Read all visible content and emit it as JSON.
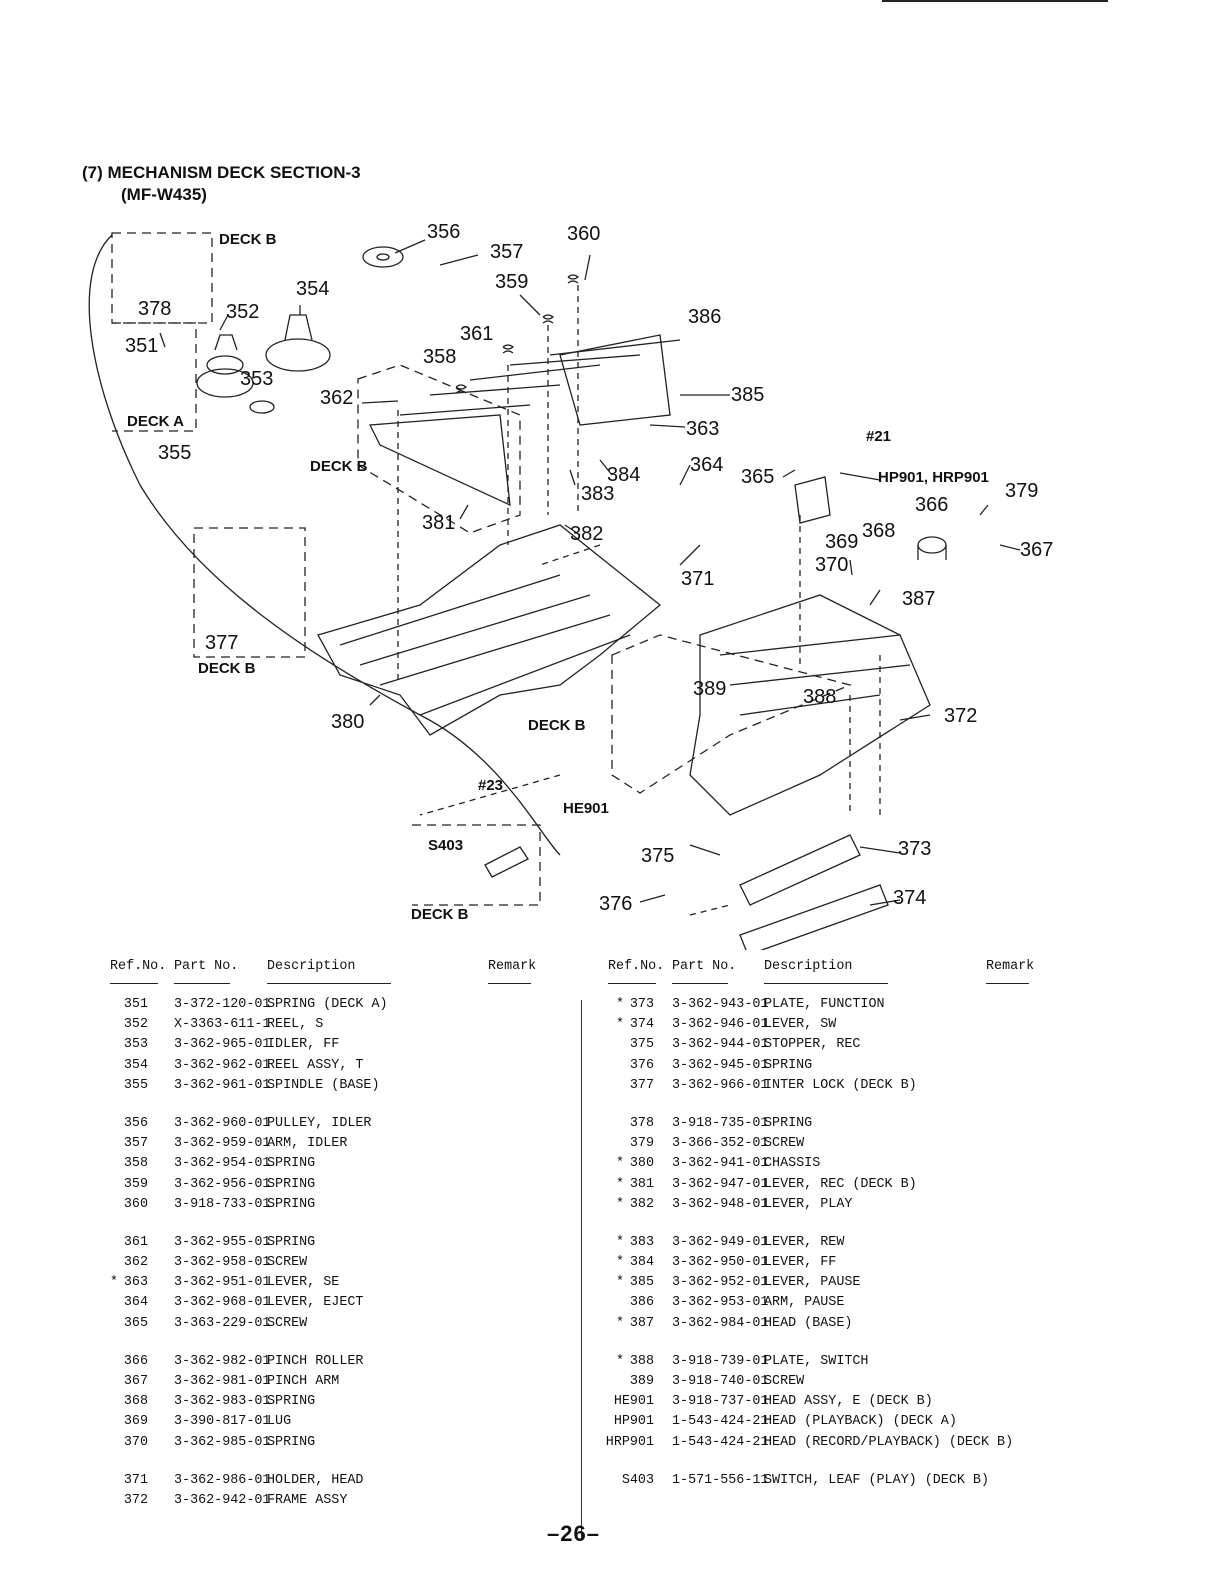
{
  "header": {
    "title": "(7)  MECHANISM DECK SECTION-3",
    "subtitle": "(MF-W435)"
  },
  "diagram": {
    "labels": {
      "l356": "356",
      "l357": "357",
      "l360": "360",
      "l359": "359",
      "l354": "354",
      "l352": "352",
      "l378": "378",
      "l351": "351",
      "l353": "353",
      "l386": "386",
      "l361": "361",
      "l358": "358",
      "l362": "362",
      "l385": "385",
      "l363": "363",
      "l355": "355",
      "l384": "384",
      "l364": "364",
      "l383": "383",
      "l365": "365",
      "l381": "381",
      "l382": "382",
      "l366": "366",
      "l379": "379",
      "l369": "369",
      "l368": "368",
      "l367": "367",
      "l370": "370",
      "l371": "371",
      "l387": "387",
      "l377": "377",
      "l389": "389",
      "l388": "388",
      "l372": "372",
      "l380": "380",
      "l375": "375",
      "l373": "373",
      "l376": "376",
      "l374": "374"
    },
    "small_labels": {
      "deck_b_1": "DECK B",
      "deck_a": "DECK A",
      "deck_b_2": "DECK B",
      "deck_b_3": "DECK B",
      "deck_b_4": "DECK B",
      "deck_b_5": "DECK B",
      "hp901": "HP901, HRP901",
      "s21": "#21",
      "s23": "#23",
      "he901": "HE901",
      "s403": "S403"
    }
  },
  "table": {
    "headers": {
      "ref": "Ref.No.",
      "part": "Part No.",
      "desc": "Description",
      "remark": "Remark"
    },
    "left": [
      [
        {
          "mark": "",
          "ref": "351",
          "part": "3-372-120-01",
          "desc": "SPRING (DECK A)"
        },
        {
          "mark": "",
          "ref": "352",
          "part": "X-3363-611-1",
          "desc": "REEL, S"
        },
        {
          "mark": "",
          "ref": "353",
          "part": "3-362-965-01",
          "desc": "IDLER, FF"
        },
        {
          "mark": "",
          "ref": "354",
          "part": "3-362-962-01",
          "desc": "REEL ASSY, T"
        },
        {
          "mark": "",
          "ref": "355",
          "part": "3-362-961-01",
          "desc": "SPINDLE (BASE)"
        }
      ],
      [
        {
          "mark": "",
          "ref": "356",
          "part": "3-362-960-01",
          "desc": "PULLEY, IDLER"
        },
        {
          "mark": "",
          "ref": "357",
          "part": "3-362-959-01",
          "desc": "ARM, IDLER"
        },
        {
          "mark": "",
          "ref": "358",
          "part": "3-362-954-01",
          "desc": "SPRING"
        },
        {
          "mark": "",
          "ref": "359",
          "part": "3-362-956-01",
          "desc": "SPRING"
        },
        {
          "mark": "",
          "ref": "360",
          "part": "3-918-733-01",
          "desc": "SPRING"
        }
      ],
      [
        {
          "mark": "",
          "ref": "361",
          "part": "3-362-955-01",
          "desc": "SPRING"
        },
        {
          "mark": "",
          "ref": "362",
          "part": "3-362-958-01",
          "desc": "SCREW"
        },
        {
          "mark": "*",
          "ref": "363",
          "part": "3-362-951-01",
          "desc": "LEVER, SE"
        },
        {
          "mark": "",
          "ref": "364",
          "part": "3-362-968-01",
          "desc": "LEVER, EJECT"
        },
        {
          "mark": "",
          "ref": "365",
          "part": "3-363-229-01",
          "desc": "SCREW"
        }
      ],
      [
        {
          "mark": "",
          "ref": "366",
          "part": "3-362-982-01",
          "desc": "PINCH ROLLER"
        },
        {
          "mark": "",
          "ref": "367",
          "part": "3-362-981-01",
          "desc": "PINCH ARM"
        },
        {
          "mark": "",
          "ref": "368",
          "part": "3-362-983-01",
          "desc": "SPRING"
        },
        {
          "mark": "",
          "ref": "369",
          "part": "3-390-817-01",
          "desc": "LUG"
        },
        {
          "mark": "",
          "ref": "370",
          "part": "3-362-985-01",
          "desc": "SPRING"
        }
      ],
      [
        {
          "mark": "",
          "ref": "371",
          "part": "3-362-986-01",
          "desc": "HOLDER, HEAD"
        },
        {
          "mark": "",
          "ref": "372",
          "part": "3-362-942-01",
          "desc": "FRAME ASSY"
        }
      ]
    ],
    "right": [
      [
        {
          "mark": "*",
          "ref": "373",
          "part": "3-362-943-01",
          "desc": "PLATE, FUNCTION"
        },
        {
          "mark": "*",
          "ref": "374",
          "part": "3-362-946-01",
          "desc": "LEVER, SW"
        },
        {
          "mark": "",
          "ref": "375",
          "part": "3-362-944-01",
          "desc": "STOPPER, REC"
        },
        {
          "mark": "",
          "ref": "376",
          "part": "3-362-945-01",
          "desc": "SPRING"
        },
        {
          "mark": "",
          "ref": "377",
          "part": "3-362-966-01",
          "desc": "INTER LOCK (DECK B)"
        }
      ],
      [
        {
          "mark": "",
          "ref": "378",
          "part": "3-918-735-01",
          "desc": "SPRING"
        },
        {
          "mark": "",
          "ref": "379",
          "part": "3-366-352-01",
          "desc": "SCREW"
        },
        {
          "mark": "*",
          "ref": "380",
          "part": "3-362-941-01",
          "desc": "CHASSIS"
        },
        {
          "mark": "*",
          "ref": "381",
          "part": "3-362-947-01",
          "desc": "LEVER, REC (DECK B)"
        },
        {
          "mark": "*",
          "ref": "382",
          "part": "3-362-948-01",
          "desc": "LEVER, PLAY"
        }
      ],
      [
        {
          "mark": "*",
          "ref": "383",
          "part": "3-362-949-01",
          "desc": "LEVER, REW"
        },
        {
          "mark": "*",
          "ref": "384",
          "part": "3-362-950-01",
          "desc": "LEVER, FF"
        },
        {
          "mark": "*",
          "ref": "385",
          "part": "3-362-952-01",
          "desc": "LEVER, PAUSE"
        },
        {
          "mark": "",
          "ref": "386",
          "part": "3-362-953-01",
          "desc": "ARM, PAUSE"
        },
        {
          "mark": "*",
          "ref": "387",
          "part": "3-362-984-01",
          "desc": "HEAD (BASE)"
        }
      ],
      [
        {
          "mark": "*",
          "ref": "388",
          "part": "3-918-739-01",
          "desc": "PLATE, SWITCH"
        },
        {
          "mark": "",
          "ref": "389",
          "part": "3-918-740-01",
          "desc": "SCREW"
        },
        {
          "mark": "",
          "ref": "HE901",
          "part": "3-918-737-01",
          "desc": "HEAD ASSY, E (DECK B)"
        },
        {
          "mark": "",
          "ref": "HP901",
          "part": "1-543-424-21",
          "desc": "HEAD (PLAYBACK) (DECK A)"
        },
        {
          "mark": "",
          "ref": "HRP901",
          "part": "1-543-424-21",
          "desc": "HEAD (RECORD/PLAYBACK) (DECK B)"
        }
      ],
      [
        {
          "mark": "",
          "ref": "S403",
          "part": "1-571-556-11",
          "desc": "SWITCH, LEAF (PLAY) (DECK B)"
        }
      ]
    ]
  },
  "page_number": "–26–"
}
